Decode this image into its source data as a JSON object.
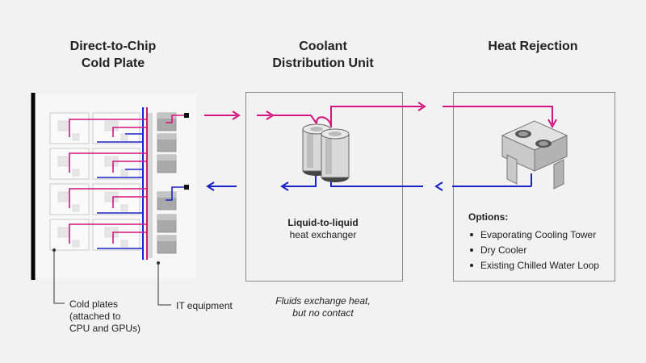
{
  "columns": {
    "cold_plate": {
      "title_line1": "Direct-to-Chip",
      "title_line2": "Cold Plate"
    },
    "cdu": {
      "title_line1": "Coolant",
      "title_line2": "Distribution Unit"
    },
    "heat_rejection": {
      "title": "Heat Rejection"
    }
  },
  "cdu_label": {
    "bold": "Liquid-to-liquid",
    "normal": "heat exchanger"
  },
  "options": {
    "title": "Options:",
    "items": [
      "Evaporating Cooling Tower",
      "Dry Cooler",
      "Existing Chilled Water Loop"
    ]
  },
  "callouts": {
    "cold_plates": [
      "Cold plates",
      "(attached to",
      "CPU and GPUs)"
    ],
    "it_equipment": "IT equipment"
  },
  "note": {
    "line1": "Fluids exchange heat,",
    "line2": "but no contact"
  },
  "colors": {
    "hot": "#d4147f",
    "cold": "#1a22c9",
    "frame_gradient": [
      "#000000",
      "#d4147f",
      "#1a22c9"
    ]
  }
}
